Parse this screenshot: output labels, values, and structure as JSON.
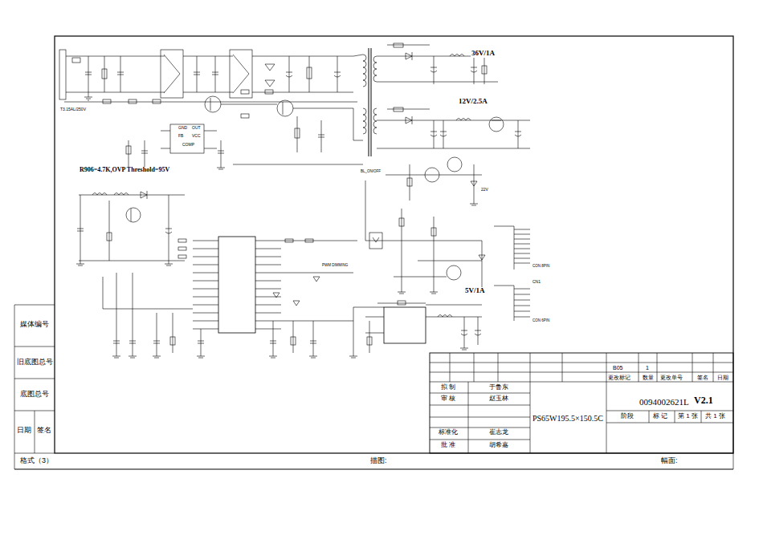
{
  "diagram": {
    "labels": [
      "36V/1A",
      "12V/2.5A",
      "5V/1A",
      "R906=4.7K,OVP Threshold=95V",
      "T3.15AL/250V",
      "GND",
      "OUT",
      "FB",
      "VCC",
      "COMP",
      "PWM DIMMING",
      "BL_ON/OFF",
      "22V",
      "CN1",
      "CON 8PIN",
      "CON 6PIN",
      "媒体编号",
      "旧底图总号",
      "底图总号",
      "日期",
      "签名",
      "格式（3）",
      "描图:",
      "幅面:",
      "B05",
      "1",
      "更改标记",
      "数量",
      "更改单号",
      "签名",
      "日期",
      "拟 制",
      "于鲁东",
      "审 核",
      "赵玉林",
      "标准化",
      "崔志龙",
      "批 准",
      "胡希嘉",
      "PS65W195.5×150.5C",
      "0094002621L",
      "V2.1",
      "阶段",
      "标 记",
      "第 1 张",
      "共 1 张"
    ]
  }
}
